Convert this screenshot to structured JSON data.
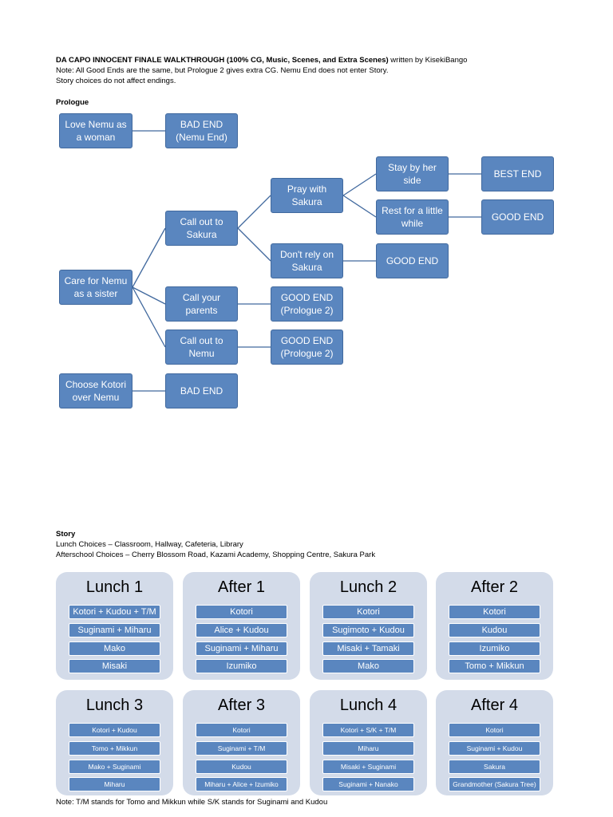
{
  "header": {
    "title": "DA CAPO INNOCENT FINALE WALKTHROUGH (100% CG, Music, Scenes, and Extra Scenes)",
    "byline": " written by KisekiBango",
    "note1": "Note: All Good Ends are the same, but Prologue 2 gives extra CG.  Nemu End does not enter Story.",
    "note2": "Story choices do not affect endings."
  },
  "prologue": {
    "heading": "Prologue",
    "nodes": {
      "love_nemu": "Love Nemu as\na woman",
      "bad_end_nemu": "BAD END\n(Nemu End)",
      "care_nemu": "Care for Nemu\nas a sister",
      "call_sakura": "Call out to\nSakura",
      "pray_sakura": "Pray with\nSakura",
      "stay_side": "Stay by her\nside",
      "best_end": "BEST END",
      "rest_little": "Rest for a little\nwhile",
      "good_end_rest": "GOOD END",
      "dont_rely": "Don't rely on\nSakura",
      "good_end_rely": "GOOD END",
      "call_parents": "Call your\nparents",
      "good_end_parents": "GOOD END\n(Prologue 2)",
      "call_nemu": "Call out to\nNemu",
      "good_end_nemu": "GOOD END\n(Prologue 2)",
      "choose_kotori": "Choose Kotori\nover Nemu",
      "bad_end_kotori": "BAD END"
    }
  },
  "story": {
    "heading": "Story",
    "lunch_choices": "Lunch Choices – Classroom, Hallway, Cafeteria, Library",
    "after_choices": "Afterschool Choices – Cherry Blossom Road, Kazami Academy, Shopping Centre, Sakura Park",
    "panels": [
      {
        "title": "Lunch 1",
        "items": [
          "Kotori + Kudou + T/M",
          "Suginami + Miharu",
          "Mako",
          "Misaki"
        ]
      },
      {
        "title": "After 1",
        "items": [
          "Kotori",
          "Alice + Kudou",
          "Suginami + Miharu",
          "Izumiko"
        ]
      },
      {
        "title": "Lunch 2",
        "items": [
          "Kotori",
          "Sugimoto + Kudou",
          "Misaki + Tamaki",
          "Mako"
        ]
      },
      {
        "title": "After 2",
        "items": [
          "Kotori",
          "Kudou",
          "Izumiko",
          "Tomo + Mikkun"
        ]
      },
      {
        "title": "Lunch 3",
        "items": [
          "Kotori + Kudou",
          "Tomo + Mikkun",
          "Mako + Suginami",
          "Miharu"
        ]
      },
      {
        "title": "After 3",
        "items": [
          "Kotori",
          "Suginami + T/M",
          "Kudou",
          "Miharu + Alice + Izumiko"
        ]
      },
      {
        "title": "Lunch 4",
        "items": [
          "Kotori + S/K + T/M",
          "Miharu",
          "Misaki + Suginami",
          "Suginami + Nanako"
        ]
      },
      {
        "title": "After 4",
        "items": [
          "Kotori",
          "Suginami + Kudou",
          "Sakura",
          "Grandmother (Sakura Tree)"
        ]
      }
    ],
    "footnote": "Note: T/M stands for Tomo and Mikkun while S/K stands for Suginami and Kudou"
  },
  "colors": {
    "node_fill": "#5a86bf",
    "node_border": "#41699e",
    "panel_fill": "#d3dbe9",
    "connector": "#41699e"
  }
}
